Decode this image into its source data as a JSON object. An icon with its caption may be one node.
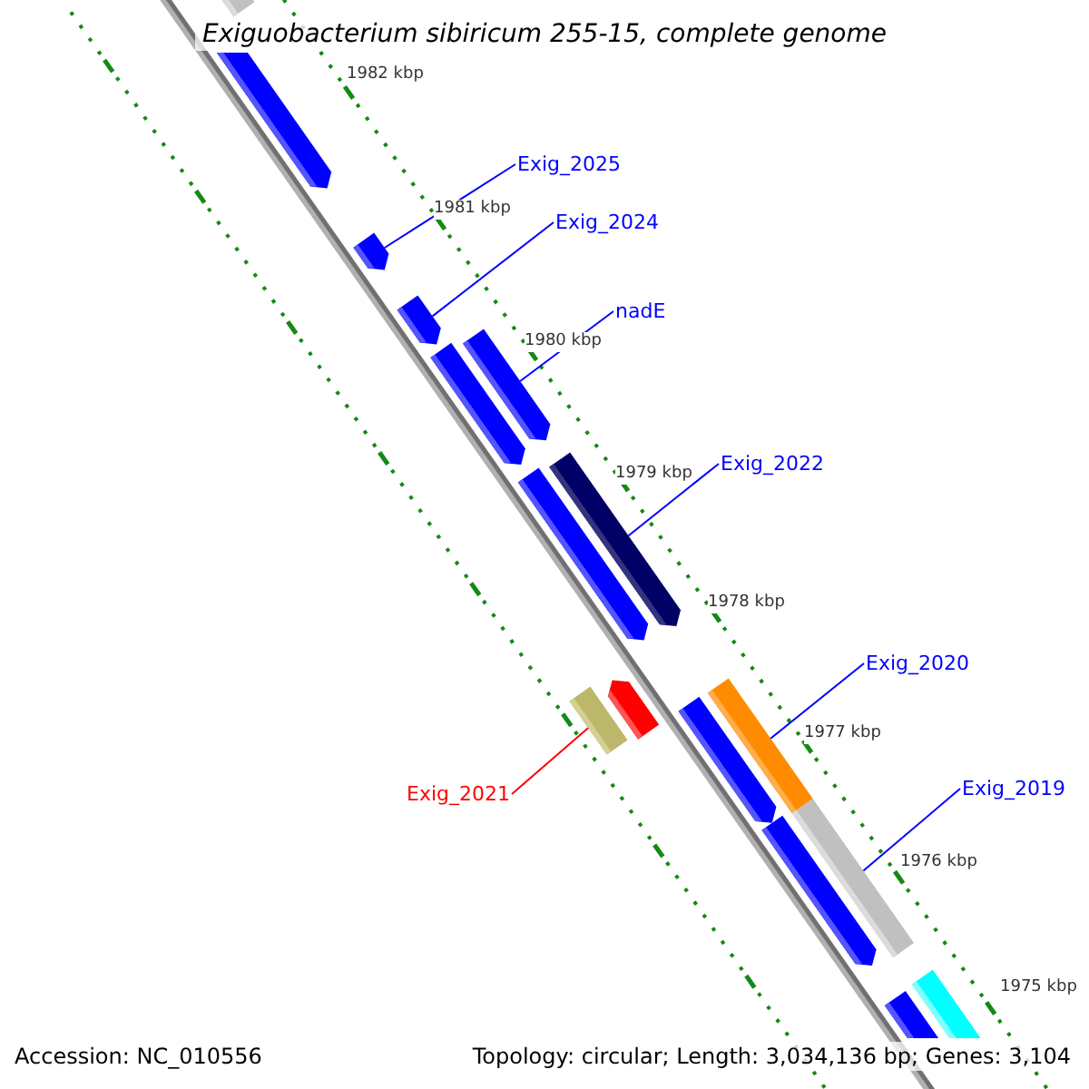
{
  "diagram": {
    "title": "Exiguobacterium sibiricum 255-15, complete genome",
    "nodes": [
      {
        "text": [],
        "shape": "bar"
      },
      {
        "text": [],
        "shape": "arrow"
      },
      {
        "text": [
          "Exig_2025"
        ]
      },
      {
        "text": [],
        "shape": "arrow"
      },
      {
        "text": [
          "Exig_2024"
        ]
      },
      {
        "text": [],
        "shape": "arrow"
      },
      {
        "text": [
          "nadE"
        ]
      },
      {
        "text": [],
        "shape": "arrow"
      },
      {
        "text": [],
        "shape": "arrow"
      },
      {
        "text": [
          "Exig_2022"
        ]
      },
      {
        "text": [],
        "shape": "arrow"
      },
      {
        "text": [],
        "shape": "arrow"
      },
      {
        "text": [
          "Exig_2020"
        ]
      },
      {
        "text": [],
        "shape": "arrow"
      },
      {
        "text": [],
        "shape": "bar"
      },
      {
        "text": [],
        "shape": "bar"
      },
      {
        "text": [],
        "shape": "arrow"
      },
      {
        "text": [
          "Exig_2021"
        ]
      },
      {
        "text": [
          "Exig_2019"
        ]
      },
      {
        "text": [],
        "shape": "bar"
      },
      {
        "text": [],
        "shape": "arrow"
      },
      {
        "text": [],
        "shape": "arrow"
      },
      {
        "text": [],
        "shape": "arrow"
      }
    ],
    "edges": [
      {
        "from": 2,
        "to": 3,
        "arrow": "none"
      },
      {
        "from": 4,
        "to": 5,
        "arrow": "none"
      },
      {
        "from": 6,
        "to": 7,
        "arrow": "none"
      },
      {
        "from": 9,
        "to": 11,
        "arrow": "none"
      },
      {
        "from": 12,
        "to": 15,
        "arrow": "none"
      },
      {
        "from": 17,
        "to": 14,
        "arrow": "none",
        "color": "#ff0000"
      },
      {
        "from": 18,
        "to": 19,
        "arrow": "none"
      }
    ],
    "labels": [
      "1982 kbp",
      "1981 kbp",
      "1980 kbp",
      "1979 kbp",
      "1978 kbp",
      "1977 kbp",
      "1976 kbp",
      "1975 kbp",
      "Accession: NC_010556",
      "Topology: circular; Length: 3,034,136 bp; Genes: 3,104"
    ]
  }
}
